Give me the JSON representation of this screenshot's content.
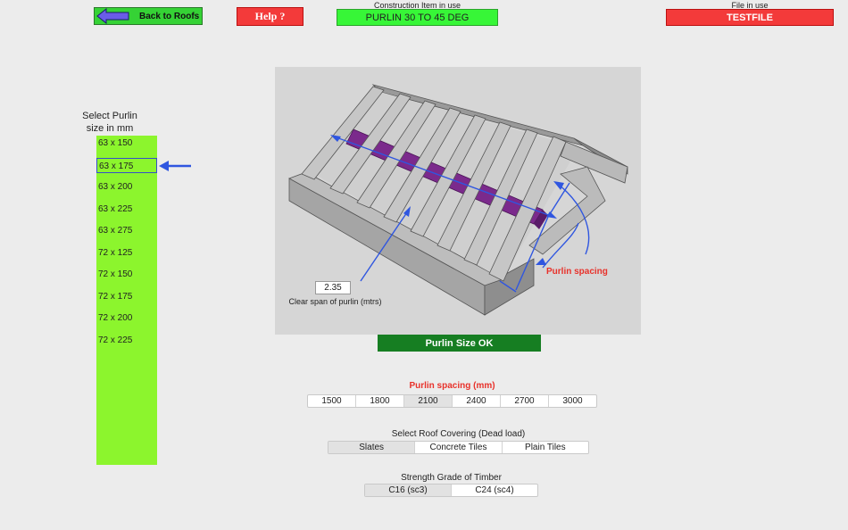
{
  "header": {
    "back_label": "Back to Roofs",
    "help_label": "Help ?",
    "construction_caption": "Construction Item in use",
    "construction_value": "PURLIN 30 TO 45 DEG",
    "file_caption": "File in use",
    "file_value": "TESTFILE"
  },
  "sizes": {
    "title_line1": "Select Purlin",
    "title_line2": "size in mm",
    "selected": "63 x 175",
    "items": [
      "63 x 150",
      "63 x 175",
      "63 x 200",
      "63 x 225",
      "63 x 275",
      "72 x 125",
      "72 x 150",
      "72 x 175",
      "72 x 200",
      "72 x 225"
    ]
  },
  "diagram": {
    "span_value": "2.35",
    "span_label": "Clear span of purlin (mtrs)",
    "spacing_label": "Purlin spacing"
  },
  "status": {
    "text": "Purlin Size OK"
  },
  "spacing": {
    "title": "Purlin spacing (mm)",
    "options": [
      "1500",
      "1800",
      "2100",
      "2400",
      "2700",
      "3000"
    ],
    "selected": "2100"
  },
  "covering": {
    "title": "Select Roof Covering (Dead load)",
    "options": [
      "Slates",
      "Concrete Tiles",
      "Plain Tiles"
    ],
    "selected": "Slates"
  },
  "grade": {
    "title": "Strength Grade of Timber",
    "options": [
      "C16 (sc3)",
      "C24 (sc4)"
    ],
    "selected": "C16 (sc3)"
  },
  "colors": {
    "accent_green": "#37f637",
    "alert_red": "#f33a3a",
    "list_green": "#8cf52d",
    "ok_green": "#167e22",
    "arrow_blue": "#2f56e0",
    "purlin_purple": "#7b2a8c"
  }
}
